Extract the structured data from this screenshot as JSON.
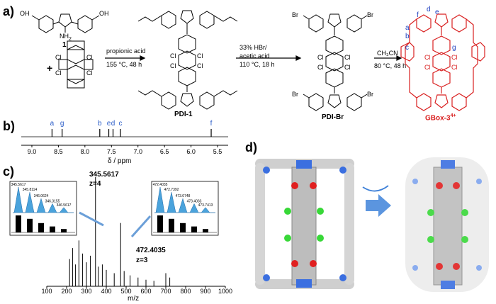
{
  "panels": {
    "a": "a)",
    "b": "b)",
    "c": "c)",
    "d": "d)"
  },
  "scheme": {
    "compound1_label": "1",
    "compound1_nh2": "NH",
    "compound1_nh2_sub": "2",
    "compound1_oh": "OH",
    "pdi1_label": "PDI-1",
    "pdibr_label": "PDI-Br",
    "gbox_label": "GBox-3",
    "gbox_charge": "4+",
    "plus": "+",
    "step1_reagent": "propionic acid",
    "step1_cond": "155 °C, 48 h",
    "step2_reagent1": "33% HBr/",
    "step2_reagent2": "acetic acid",
    "step2_cond": "110 °C, 18 h",
    "step3_reagent": "CH₃CN",
    "step3_cond": "80 °C, 48 h",
    "br": "Br",
    "cl": "Cl",
    "o": "O",
    "n": "N",
    "proton_labels": [
      "f",
      "d",
      "e",
      "a",
      "b",
      "c",
      "g"
    ]
  },
  "nmr": {
    "xlabel": "δ / ppm",
    "ticks": [
      "9.0",
      "8.5",
      "8.0",
      "7.5",
      "7.0",
      "6.5",
      "6.0",
      "5.5"
    ],
    "peak_labels": [
      "a",
      "g",
      "b",
      "e",
      "d",
      "c",
      "f"
    ]
  },
  "ms": {
    "xlabel": "m/z",
    "ticks": [
      "100",
      "200",
      "300",
      "400",
      "500",
      "600",
      "700",
      "800",
      "900",
      "1000"
    ],
    "main_peak_mz": "345.5617",
    "main_peak_z": "z=4",
    "second_peak_mz": "472.4035",
    "second_peak_z": "z=3",
    "inset_left_labels": [
      "345.5617",
      "345.8114",
      "346.0624",
      "346.3155",
      "346.5617"
    ],
    "inset_right_labels": [
      "472.4035",
      "472.7392",
      "473.0748",
      "473.4033",
      "473.7413"
    ]
  },
  "chart_data": [
    {
      "type": "line",
      "title": "",
      "xlabel": "δ / ppm",
      "ylabel": "",
      "xlim": [
        9.2,
        5.3
      ],
      "series": [
        {
          "x": [
            8.62,
            8.43,
            7.72,
            7.55,
            7.47,
            7.33,
            5.62
          ],
          "y": [
            1,
            1,
            1,
            1,
            1,
            1,
            1
          ]
        }
      ],
      "peak_labels": [
        "a",
        "g",
        "b",
        "e",
        "d",
        "c",
        "f"
      ]
    },
    {
      "type": "bar",
      "title": "",
      "xlabel": "m/z",
      "ylabel": "",
      "xlim": [
        100,
        1000
      ],
      "x": [
        215,
        230,
        245,
        262,
        280,
        300,
        320,
        345.5617,
        360,
        380,
        400,
        440,
        472.4035,
        490,
        520,
        560,
        600,
        640,
        700,
        720
      ],
      "values": [
        25,
        35,
        20,
        42,
        30,
        22,
        28,
        100,
        18,
        20,
        15,
        12,
        58,
        14,
        10,
        8,
        6,
        5,
        12,
        8
      ]
    }
  ]
}
